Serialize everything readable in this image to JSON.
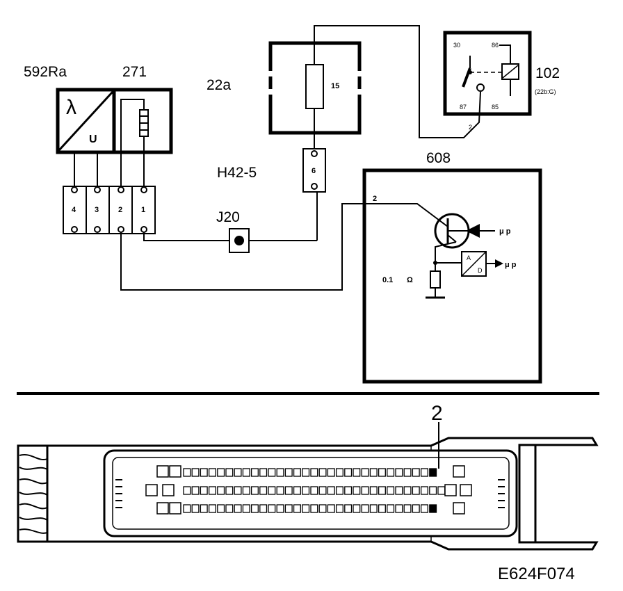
{
  "components": {
    "lambda_sensor": {
      "ref": "592Ra",
      "symbol": "λ",
      "output": "U"
    },
    "heater": {
      "ref": "271"
    },
    "fuse_box": {
      "ref": "22a",
      "fuse_number": "15"
    },
    "relay": {
      "ref": "102",
      "note": "(22b:G)",
      "pins": [
        "30",
        "86",
        "87",
        "85"
      ],
      "wire_pin": "2"
    },
    "connector_h42": {
      "ref": "H42-5",
      "pin": "6"
    },
    "connector_block": {
      "pins": [
        "4",
        "3",
        "2",
        "1"
      ]
    },
    "splice": {
      "ref": "J20"
    },
    "control_unit": {
      "ref": "608",
      "input_pin": "2",
      "resistor": "0.1",
      "ohm": "Ω",
      "adc_a": "A",
      "adc_d": "D",
      "mp1": "μ p",
      "mp2": "μ p"
    }
  },
  "connector_view": {
    "pin_callout": "2"
  },
  "figure_code": "E624F074"
}
